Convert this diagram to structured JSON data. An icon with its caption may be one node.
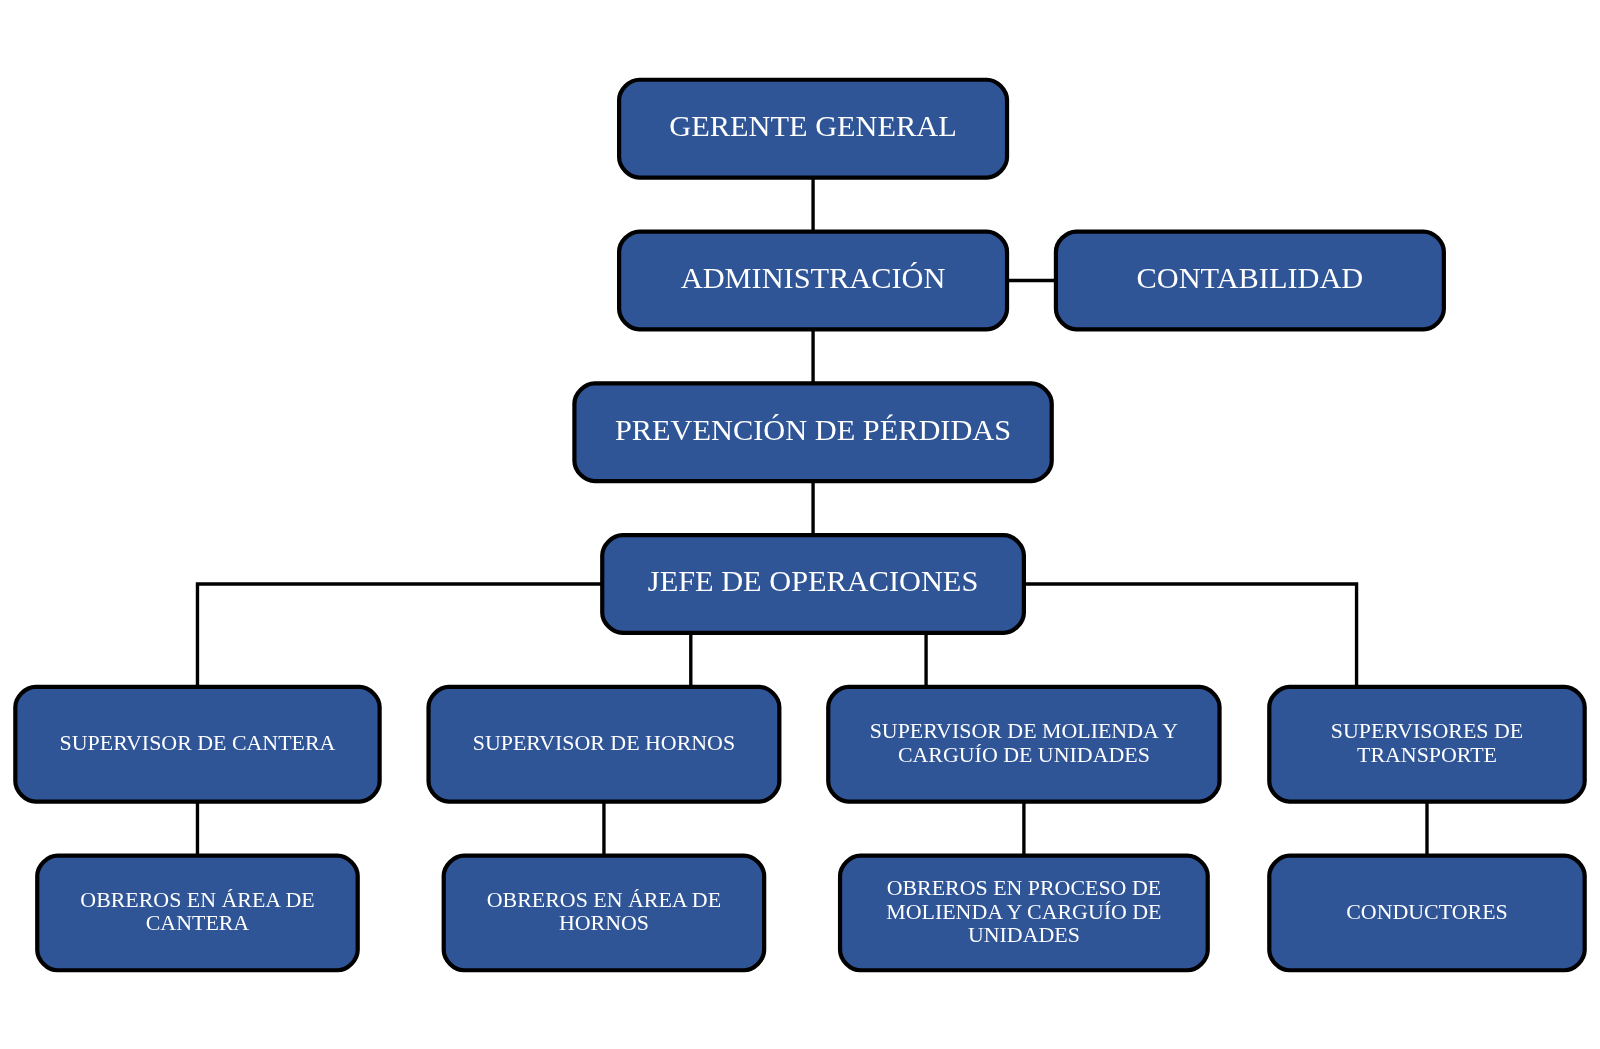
{
  "diagram": {
    "nodes": [
      {
        "text": [
          "GERENTE GENERAL"
        ]
      },
      {
        "text": [
          "ADMINISTRACIÓN"
        ]
      },
      {
        "text": [
          "CONTABILIDAD"
        ]
      },
      {
        "text": [
          "PREVENCIÓN DE PÉRDIDAS"
        ]
      },
      {
        "text": [
          "JEFE DE OPERACIONES"
        ]
      },
      {
        "text": [
          "SUPERVISOR DE CANTERA"
        ]
      },
      {
        "text": [
          "SUPERVISOR DE HORNOS"
        ]
      },
      {
        "text": [
          "SUPERVISOR DE MOLIENDA Y CARGUÍO DE UNIDADES"
        ]
      },
      {
        "text": [
          "SUPERVISORES DE TRANSPORTE"
        ]
      },
      {
        "text": [
          "OBREROS EN ÁREA DE CANTERA"
        ]
      },
      {
        "text": [
          "OBREROS EN ÁREA DE HORNOS"
        ]
      },
      {
        "text": [
          "OBREROS EN PROCESO DE MOLIENDA Y CARGUÍO DE UNIDADES"
        ]
      },
      {
        "text": [
          "CONDUCTORES"
        ]
      }
    ],
    "edges": [
      {
        "from": 0,
        "to": 1,
        "arrow": "none"
      },
      {
        "from": 1,
        "to": 2,
        "arrow": "none"
      },
      {
        "from": 1,
        "to": 3,
        "arrow": "none"
      },
      {
        "from": 3,
        "to": 4,
        "arrow": "none"
      },
      {
        "from": 4,
        "to": 5,
        "arrow": "none"
      },
      {
        "from": 4,
        "to": 6,
        "arrow": "none"
      },
      {
        "from": 4,
        "to": 7,
        "arrow": "none"
      },
      {
        "from": 4,
        "to": 8,
        "arrow": "none"
      },
      {
        "from": 5,
        "to": 9,
        "arrow": "none"
      },
      {
        "from": 6,
        "to": 10,
        "arrow": "none"
      },
      {
        "from": 7,
        "to": 11,
        "arrow": "none"
      },
      {
        "from": 8,
        "to": 12,
        "arrow": "none"
      }
    ]
  }
}
